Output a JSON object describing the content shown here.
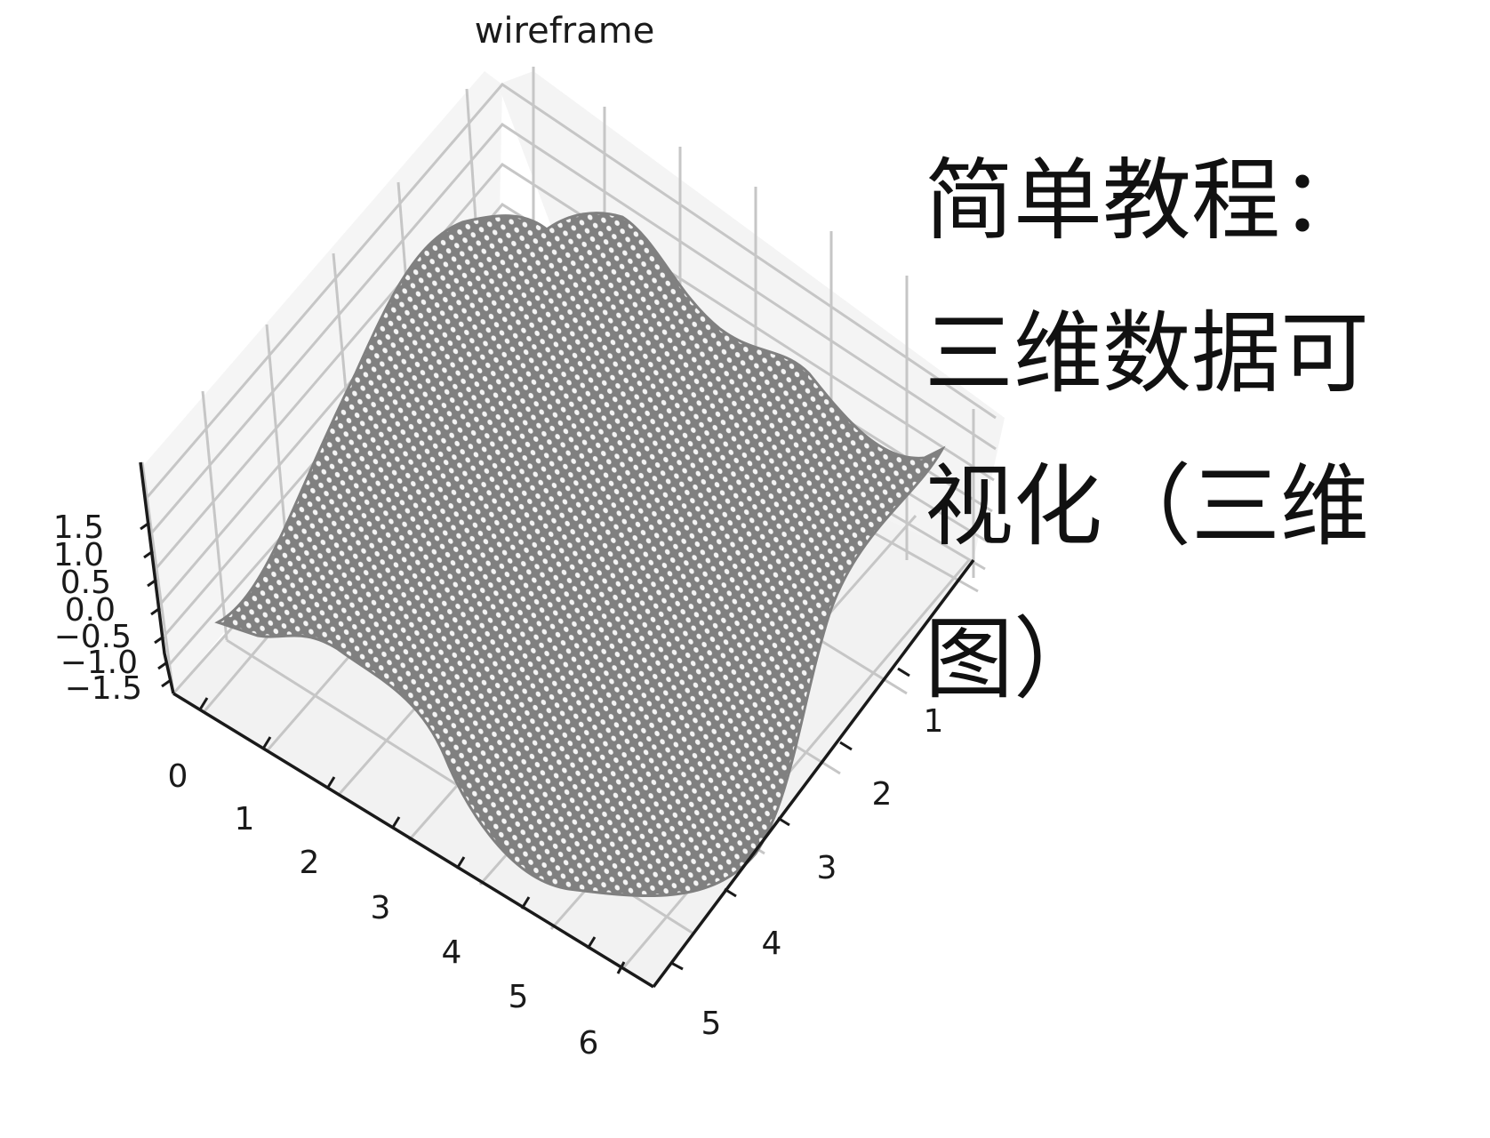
{
  "chart_data": {
    "type": "wireframe3d",
    "title": "wireframe",
    "xlabel": "",
    "ylabel": "",
    "zlabel": "",
    "x_ticks": [
      "0",
      "1",
      "2",
      "3",
      "4",
      "5",
      "6"
    ],
    "y_ticks": [
      "1",
      "2",
      "3",
      "4",
      "5"
    ],
    "z_ticks": [
      "1.5",
      "1.0",
      "0.5",
      "0.0",
      "−0.5",
      "−1.0",
      "−1.5"
    ],
    "xlim": [
      0,
      6.3
    ],
    "ylim": [
      0,
      5.3
    ],
    "zlim": [
      -1.8,
      1.8
    ],
    "surface": "sinusoidal surface, z ≈ sin(x)+cos(y) style, peaks near 1.8, troughs near -1.8",
    "grid": true,
    "wire_color": "#808080",
    "pane_color": "#f2f2f2",
    "grid_color": "#c8c8c8"
  },
  "overlay_text": {
    "lines": [
      "简单教程：",
      "三维数据可",
      "视化（三维",
      "图）"
    ]
  },
  "colors": {
    "background": "#ffffff",
    "wire": "#808080",
    "pane": "#f2f2f2",
    "grid": "#c6c6c6",
    "axis": "#1a1a1a",
    "text": "#111111"
  }
}
